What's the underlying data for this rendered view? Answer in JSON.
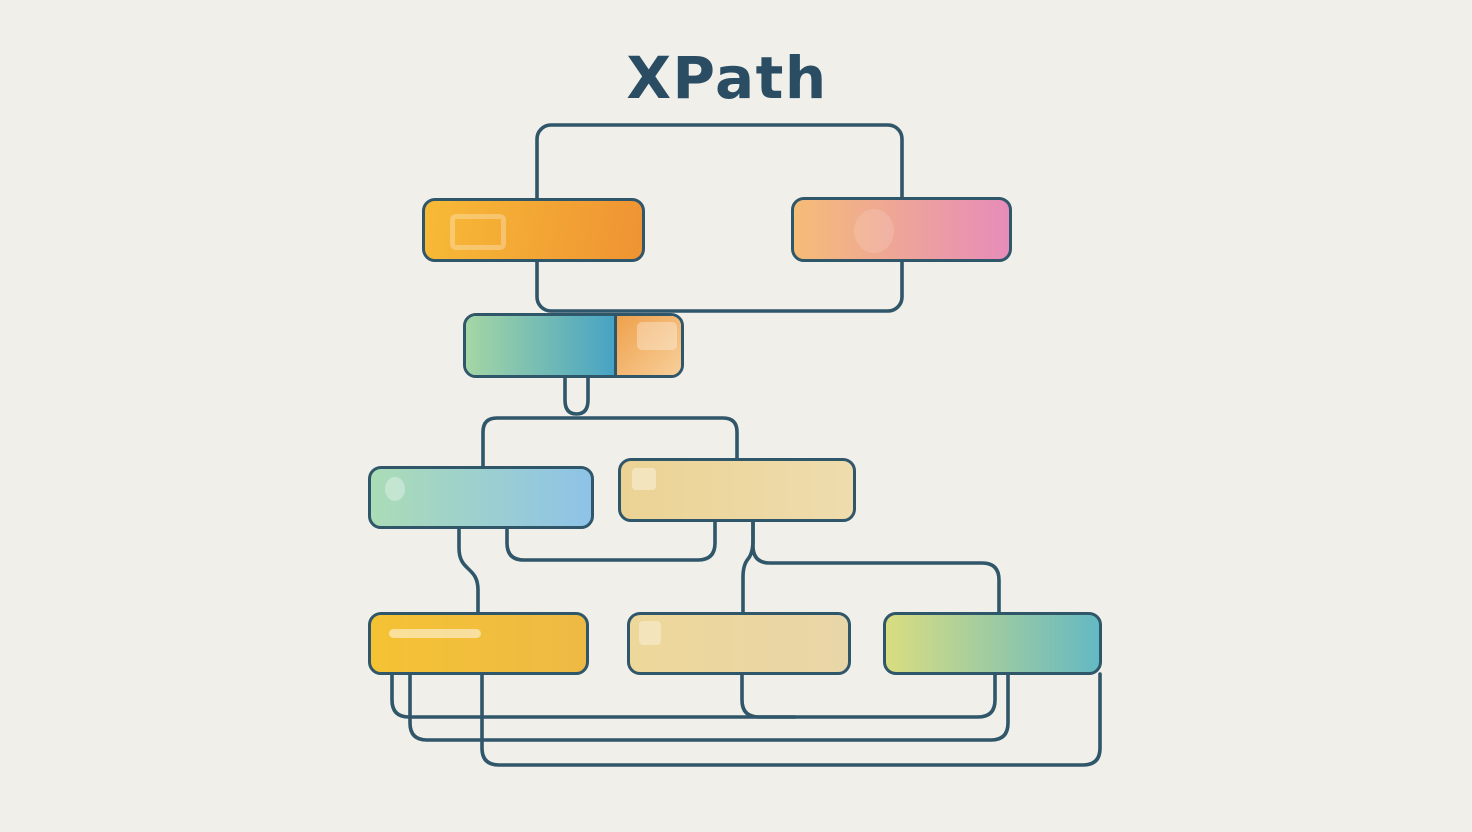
{
  "title": "XPath",
  "canvas": {
    "background": "#f0efe9",
    "connector_color": "#30566a",
    "title_color": "#2b4d63"
  },
  "diagram": {
    "nodes": [
      {
        "id": "top-left",
        "angle": "100deg",
        "color_from": "#f7ba36",
        "color_to": "#ef9333"
      },
      {
        "id": "top-right",
        "angle": "90deg",
        "color_from": "#f5bc77",
        "color_to": "#e78cba"
      },
      {
        "id": "mid-left",
        "angle": "90deg",
        "color_from": "#a5d6a4",
        "color_to": "#47a3c4"
      },
      {
        "id": "mid-attachment",
        "angle": "135deg",
        "color_from": "#efa14b",
        "color_to": "#f7cf9b"
      },
      {
        "id": "row3-left",
        "angle": "90deg",
        "color_from": "#abdcb6",
        "color_to": "#8ec3e8"
      },
      {
        "id": "row3-right",
        "angle": "90deg",
        "color_from": "#ecd394",
        "color_to": "#eedcae"
      },
      {
        "id": "row4-left",
        "angle": "90deg",
        "color_from": "#f5c234",
        "color_to": "#eeba45"
      },
      {
        "id": "row4-mid",
        "angle": "90deg",
        "color_from": "#eed79a",
        "color_to": "#e9d6a8"
      },
      {
        "id": "row4-right",
        "angle": "90deg",
        "color_from": "#d9dd80",
        "color_to": "#64b9c3"
      }
    ]
  }
}
